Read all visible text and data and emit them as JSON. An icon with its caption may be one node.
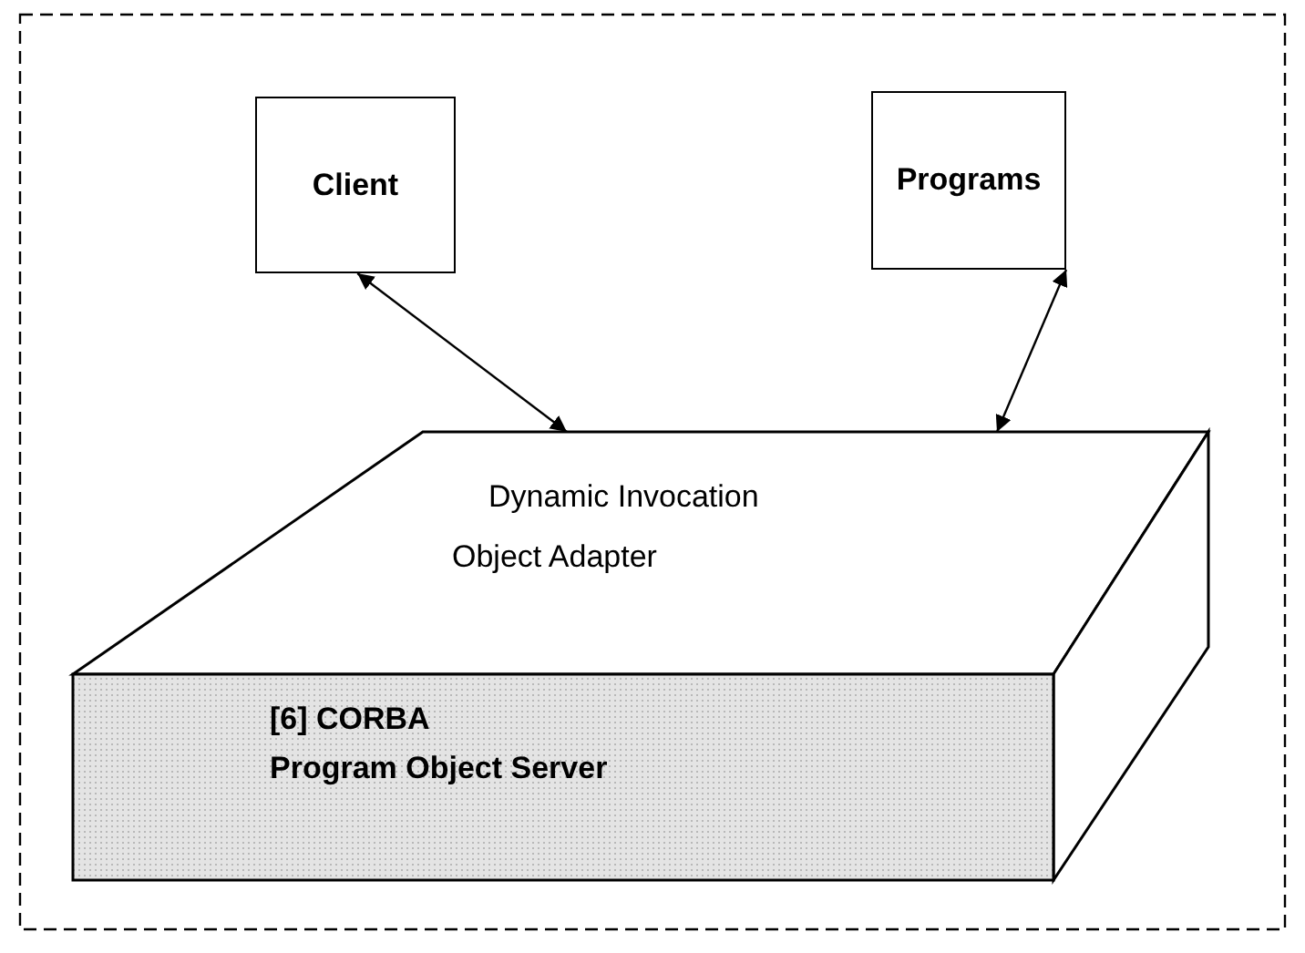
{
  "diagram": {
    "nodes": [
      {
        "text": [
          "Client"
        ]
      },
      {
        "text": [
          "Programs"
        ]
      },
      {
        "text": [
          "Dynamic Invocation Object Adapter",
          "[6] CORBA",
          "Program Object Server"
        ]
      }
    ],
    "edges": [
      {
        "from": 0,
        "to": 2,
        "arrow": "both"
      },
      {
        "from": 1,
        "to": 2,
        "arrow": "both"
      }
    ]
  }
}
